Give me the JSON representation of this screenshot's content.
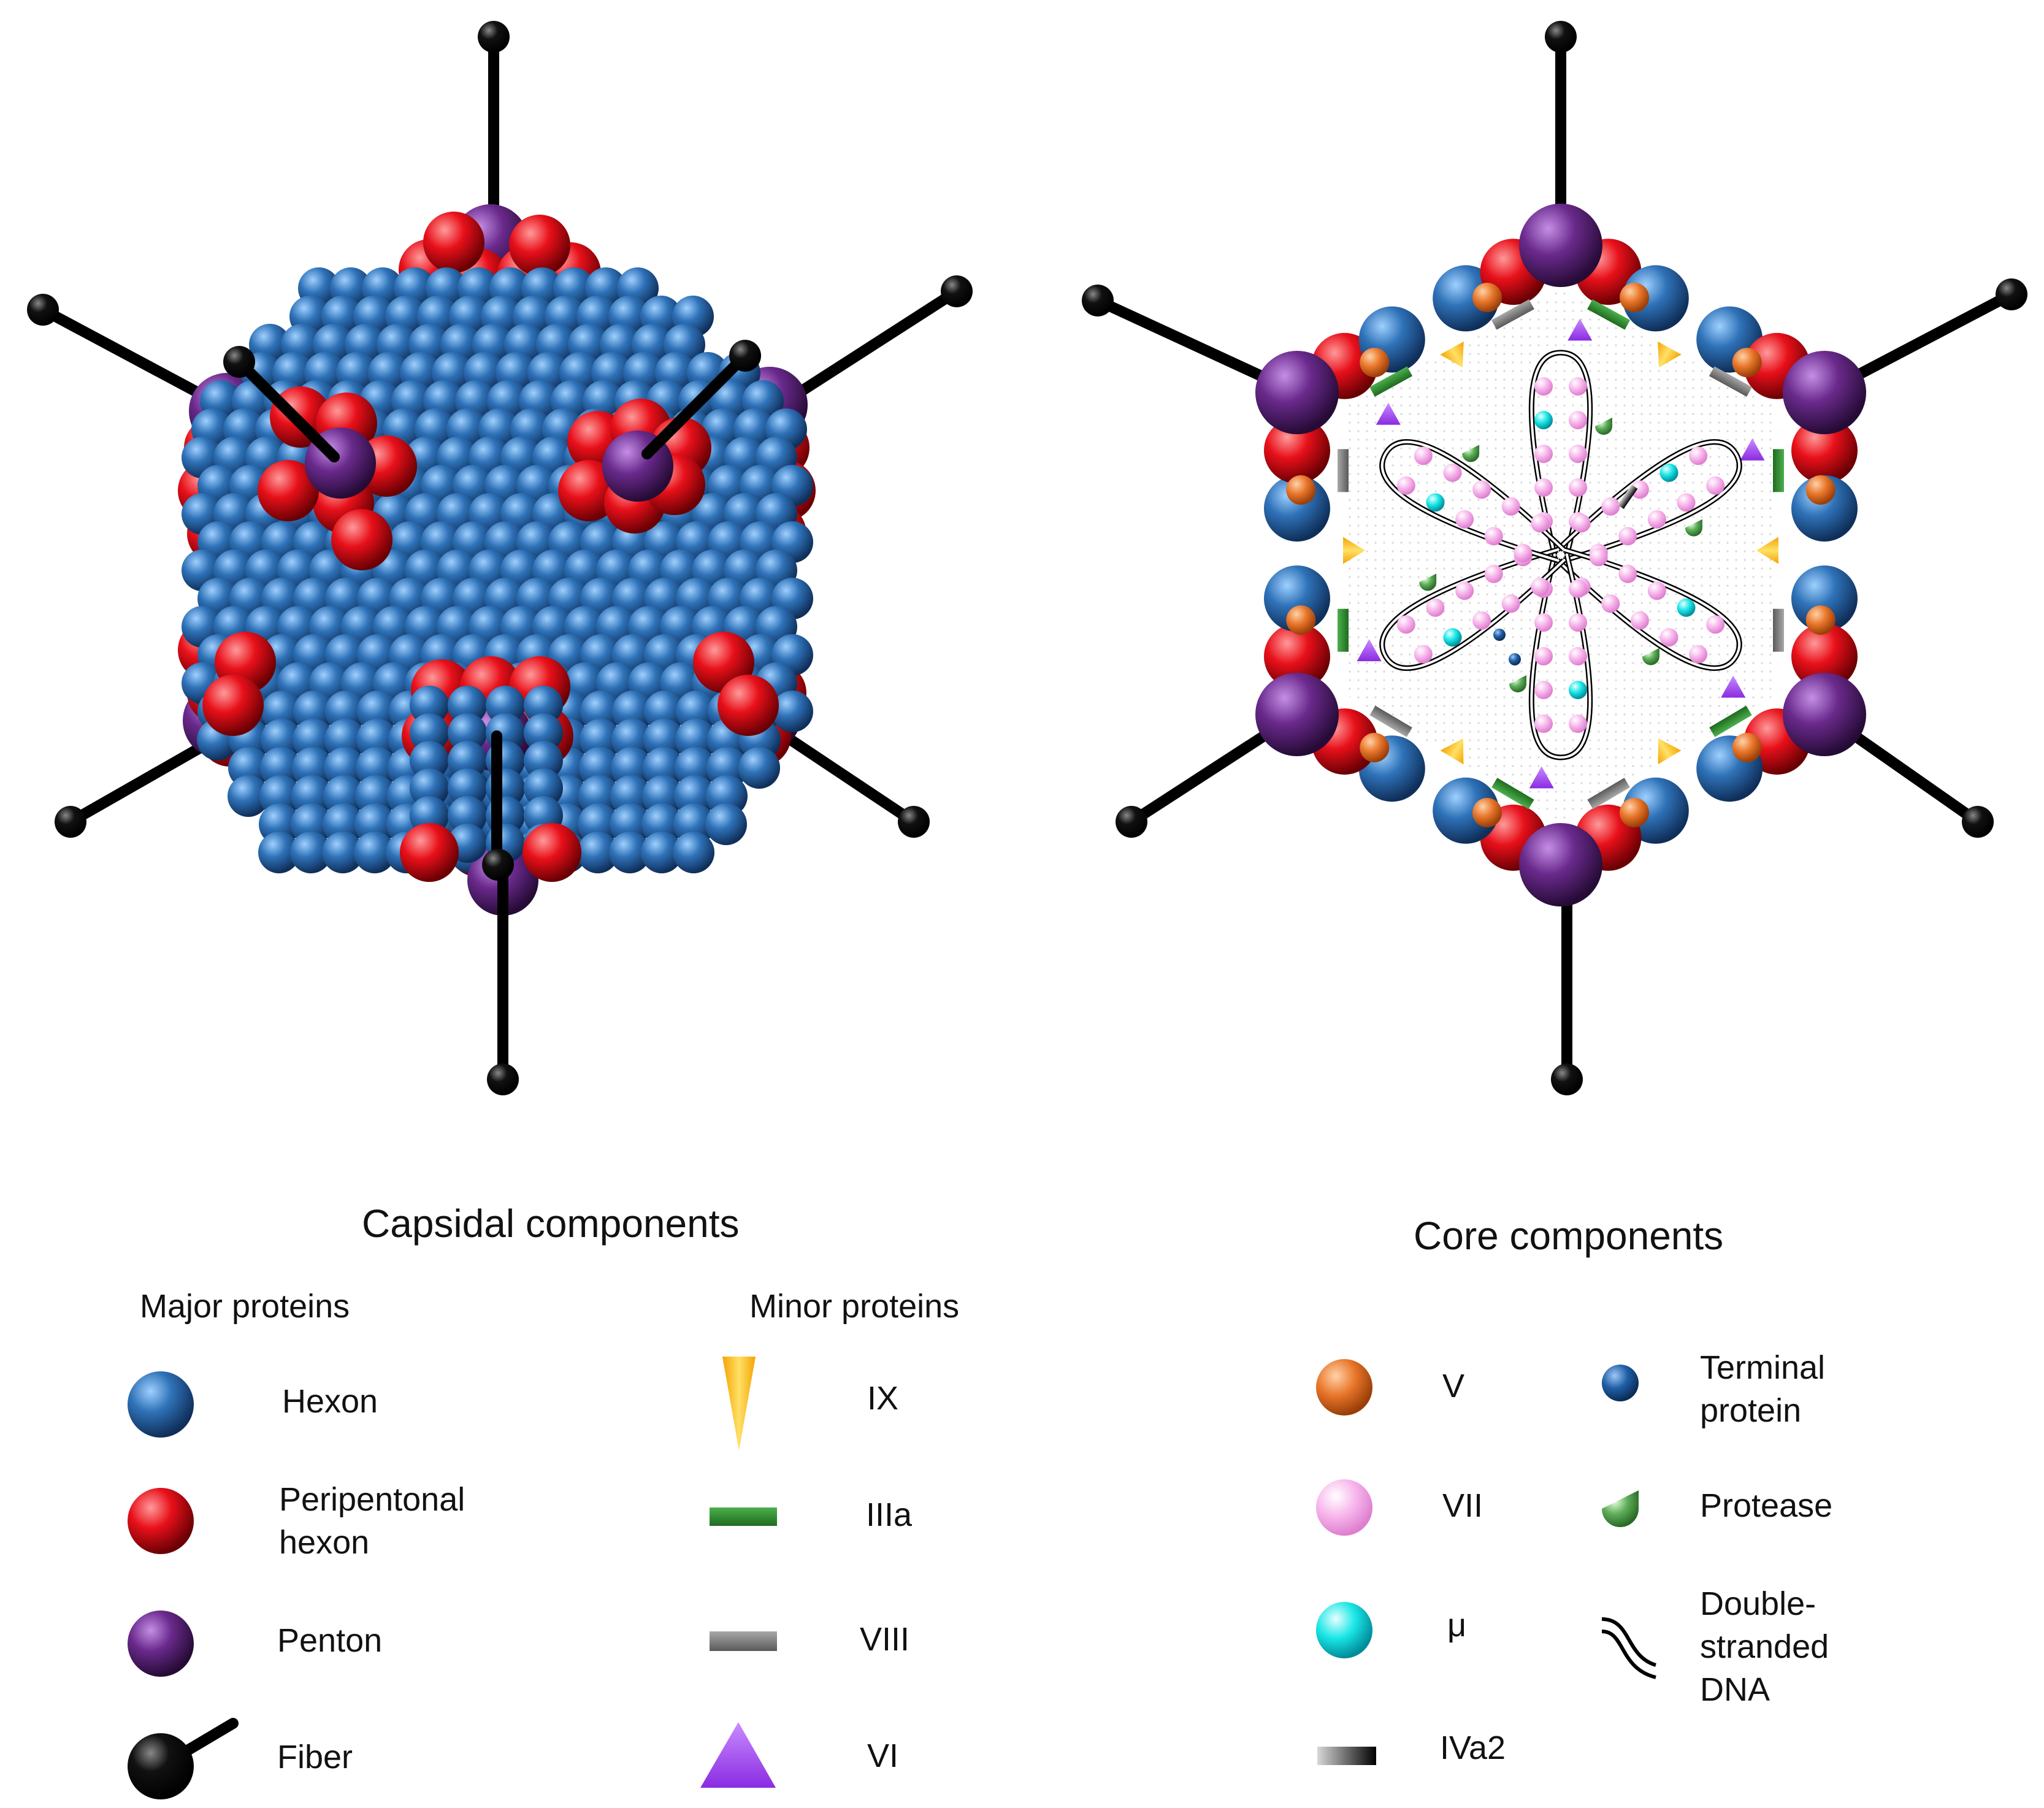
{
  "capsid_heading": "Capsidal components",
  "major_heading": "Major proteins",
  "minor_heading": "Minor proteins",
  "core_heading": "Core components",
  "legend": {
    "hexon": "Hexon",
    "peripentonal": [
      "Peripentonal",
      "hexon"
    ],
    "penton": "Penton",
    "fiber": "Fiber",
    "ix": "IX",
    "iiia": "IIIa",
    "viii": "VIII",
    "vi": "VI",
    "v": "V",
    "vii": "VII",
    "mu": "μ",
    "iva2": "IVa2",
    "terminal": [
      "Terminal",
      "protein"
    ],
    "protease": "Protease",
    "dna": [
      "Double-",
      "stranded",
      "DNA"
    ]
  },
  "colors": {
    "hexon": "#2f72b8",
    "peripentonal": "#e8101a",
    "penton": "#6a2a8c",
    "fiber": "#000000",
    "ix": "#f5b800",
    "iiia": "#2e8b2e",
    "viii": "#7a7a7a",
    "vi": "#9b3cf0",
    "v": "#e8762a",
    "vii": "#f4a3e2",
    "mu": "#19dede",
    "terminal": "#1f5fa6",
    "protease": "#5fae5a"
  }
}
